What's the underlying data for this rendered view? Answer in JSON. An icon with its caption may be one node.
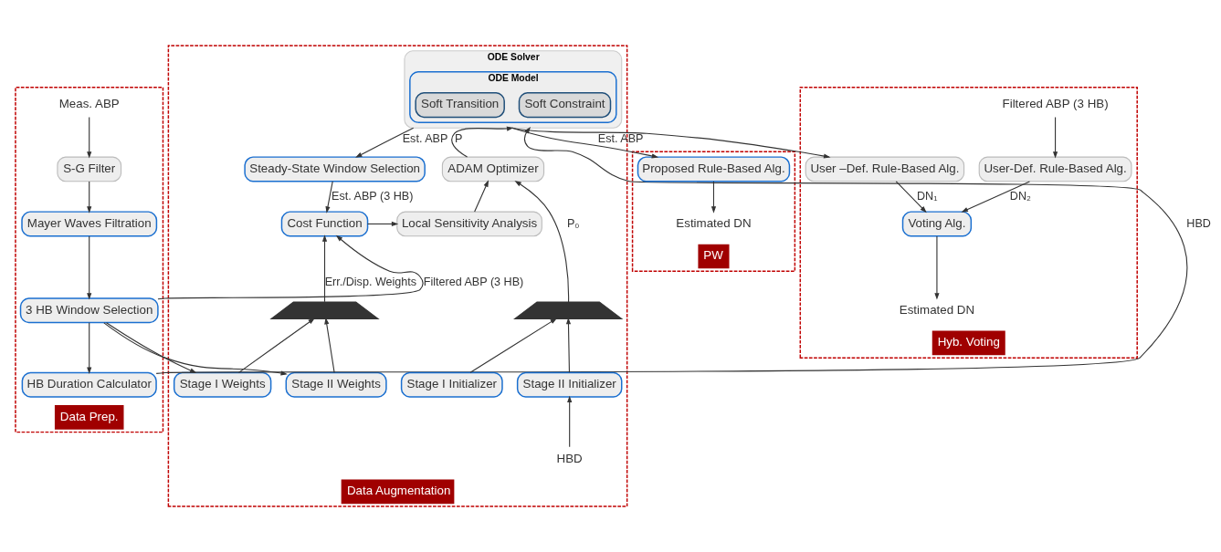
{
  "diagram": {
    "nodes": [
      {
        "text": [
          "Data Prep."
        ]
      },
      {
        "text": [
          "Data Augmentation"
        ]
      },
      {
        "text": [
          "PW"
        ]
      },
      {
        "text": [
          "Hyb. Voting"
        ]
      },
      {
        "text": [
          "Meas. ABP"
        ],
        "in": 0
      },
      {
        "text": [
          "S-G Filter"
        ],
        "in": 0
      },
      {
        "text": [
          "Mayer Waves Filtration"
        ],
        "in": 0
      },
      {
        "text": [
          "3 HB Window Selection"
        ],
        "in": 0
      },
      {
        "text": [
          "HB Duration Calculator"
        ],
        "in": 0
      },
      {
        "text": [
          "ODE Solver"
        ],
        "in": 1
      },
      {
        "text": [
          "ODE Model"
        ],
        "in": 9
      },
      {
        "text": [
          "Soft Constraint"
        ],
        "in": 10
      },
      {
        "text": [
          "Soft Transition"
        ],
        "in": 10
      },
      {
        "text": [
          "Steady-State Window Selection"
        ],
        "in": 1
      },
      {
        "text": [
          "Cost Function"
        ],
        "in": 1
      },
      {
        "text": [
          "ADAM Optimizer"
        ],
        "in": 1
      },
      {
        "text": [
          "Local Sensitivity Analysis"
        ],
        "in": 1
      },
      {
        "text": [],
        "shape": "trapezoid",
        "in": 1
      },
      {
        "text": [],
        "shape": "trapezoid",
        "in": 1
      },
      {
        "text": [
          "Stage I Weights"
        ],
        "in": 1
      },
      {
        "text": [
          "Stage II Weights"
        ],
        "in": 1
      },
      {
        "text": [
          "Stage I Initializer"
        ],
        "in": 1
      },
      {
        "text": [
          "Stage II Initializer"
        ],
        "in": 1
      },
      {
        "text": [
          "HBD"
        ],
        "in": 1
      },
      {
        "text": [
          "Proposed Rule-Based Alg."
        ],
        "in": 2
      },
      {
        "text": [
          "Estimated DN"
        ],
        "in": 2
      },
      {
        "text": [
          "Filtered ABP (3 HB)"
        ],
        "in": 3
      },
      {
        "text": [
          "User –Def. Rule-Based Alg."
        ],
        "in": 3
      },
      {
        "text": [
          "User-Def. Rule-Based Alg."
        ],
        "in": 3
      },
      {
        "text": [
          "Voting Alg."
        ],
        "in": 3
      },
      {
        "text": [
          "Estimated DN"
        ],
        "in": 3
      }
    ],
    "edges": [
      {
        "from": 4,
        "to": 5,
        "arrow": "to"
      },
      {
        "from": 5,
        "to": 6,
        "arrow": "to"
      },
      {
        "from": 6,
        "to": 7,
        "arrow": "to"
      },
      {
        "from": 7,
        "to": 8,
        "arrow": "to"
      },
      {
        "from": 8,
        "to": 9,
        "label": "HBD",
        "arrow": "to"
      },
      {
        "from": 7,
        "to": 14,
        "label": "Filtered ABP (3 HB)",
        "arrow": "to"
      },
      {
        "from": 7,
        "to": 19,
        "arrow": "to"
      },
      {
        "from": 7,
        "to": 20,
        "arrow": "to"
      },
      {
        "from": 9,
        "to": 13,
        "label": "Est. ABP",
        "arrow": "to"
      },
      {
        "from": 13,
        "to": 14,
        "label": "Est. ABP (3 HB)",
        "arrow": "to"
      },
      {
        "from": 14,
        "to": 16,
        "arrow": "to"
      },
      {
        "from": 16,
        "to": 15,
        "arrow": "to"
      },
      {
        "from": 15,
        "to": 9,
        "label": "P",
        "arrow": "to"
      },
      {
        "from": 19,
        "to": 17,
        "arrow": "to"
      },
      {
        "from": 20,
        "to": 17,
        "arrow": "to"
      },
      {
        "from": 17,
        "to": 14,
        "label": "Err./Disp. Weights",
        "arrow": "to"
      },
      {
        "from": 21,
        "to": 18,
        "arrow": "to"
      },
      {
        "from": 22,
        "to": 18,
        "arrow": "to"
      },
      {
        "from": 18,
        "to": 15,
        "label": "P₀",
        "arrow": "to"
      },
      {
        "from": 23,
        "to": 22,
        "arrow": "to"
      },
      {
        "from": 9,
        "to": 24,
        "label": "Est. ABP",
        "arrow": "to"
      },
      {
        "from": 9,
        "to": 27,
        "arrow": "to"
      },
      {
        "from": 24,
        "to": 25,
        "arrow": "to"
      },
      {
        "from": 26,
        "to": 28,
        "arrow": "to"
      },
      {
        "from": 27,
        "to": 29,
        "label": "DN₁",
        "arrow": "to"
      },
      {
        "from": 28,
        "to": 29,
        "label": "DN₂",
        "arrow": "to"
      },
      {
        "from": 29,
        "to": 30,
        "arrow": "to"
      }
    ]
  }
}
